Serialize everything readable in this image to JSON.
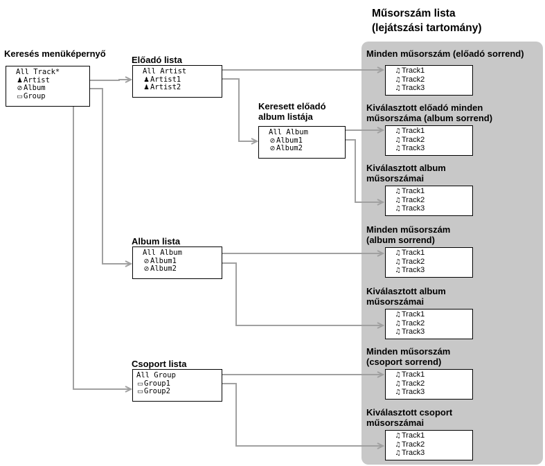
{
  "colors": {
    "panel": "#c8c8c8",
    "wire": "#a0a0a0",
    "box_border": "#000000"
  },
  "icons": {
    "artist": "person-icon",
    "album": "disc-icon",
    "group": "folder-icon",
    "track": "music-note-icon"
  },
  "playlist": {
    "title_line1": "Műsorszám lista",
    "title_line2": "(lejátszási tartomány)"
  },
  "search_menu": {
    "title": "Keresés menüképernyő",
    "items": [
      {
        "icon": "",
        "label": "All Track*"
      },
      {
        "icon": "artist",
        "label": "Artist"
      },
      {
        "icon": "album",
        "label": "Album"
      },
      {
        "icon": "group",
        "label": "Group"
      }
    ]
  },
  "artist_list": {
    "title": "Előadó lista",
    "items": [
      {
        "icon": "",
        "label": "All Artist"
      },
      {
        "icon": "artist",
        "label": "Artist1"
      },
      {
        "icon": "artist",
        "label": "Artist2"
      }
    ]
  },
  "artist_album_list": {
    "title_line1": "Keresett előadó",
    "title_line2": "album listája",
    "items": [
      {
        "icon": "",
        "label": "All Album"
      },
      {
        "icon": "album",
        "label": "Album1"
      },
      {
        "icon": "album",
        "label": "Album2"
      }
    ]
  },
  "album_list": {
    "title": "Album lista",
    "items": [
      {
        "icon": "",
        "label": "All Album"
      },
      {
        "icon": "album",
        "label": "Album1"
      },
      {
        "icon": "album",
        "label": "Album2"
      }
    ]
  },
  "group_list": {
    "title": "Csoport lista",
    "items": [
      {
        "icon": "",
        "label": "All Group"
      },
      {
        "icon": "group",
        "label": "Group1"
      },
      {
        "icon": "group",
        "label": "Group2"
      }
    ]
  },
  "track_lists": [
    {
      "title_line1": "Minden műsorszám (előadó sorrend)",
      "title_line2": "",
      "tracks": [
        "Track1",
        "Track2",
        "Track3"
      ]
    },
    {
      "title_line1": "Kiválasztott előadó minden",
      "title_line2": "műsorszáma (album sorrend)",
      "tracks": [
        "Track1",
        "Track2",
        "Track3"
      ]
    },
    {
      "title_line1": "Kiválasztott album",
      "title_line2": "műsorszámai",
      "tracks": [
        "Track1",
        "Track2",
        "Track3"
      ]
    },
    {
      "title_line1": "Minden műsorszám",
      "title_line2": "(album sorrend)",
      "tracks": [
        "Track1",
        "Track2",
        "Track3"
      ]
    },
    {
      "title_line1": "Kiválasztott album",
      "title_line2": "műsorszámai",
      "tracks": [
        "Track1",
        "Track2",
        "Track3"
      ]
    },
    {
      "title_line1": "Minden műsorszám",
      "title_line2": "(csoport sorrend)",
      "tracks": [
        "Track1",
        "Track2",
        "Track3"
      ]
    },
    {
      "title_line1": "Kiválasztott csoport",
      "title_line2": "műsorszámai",
      "tracks": [
        "Track1",
        "Track2",
        "Track3"
      ]
    }
  ]
}
